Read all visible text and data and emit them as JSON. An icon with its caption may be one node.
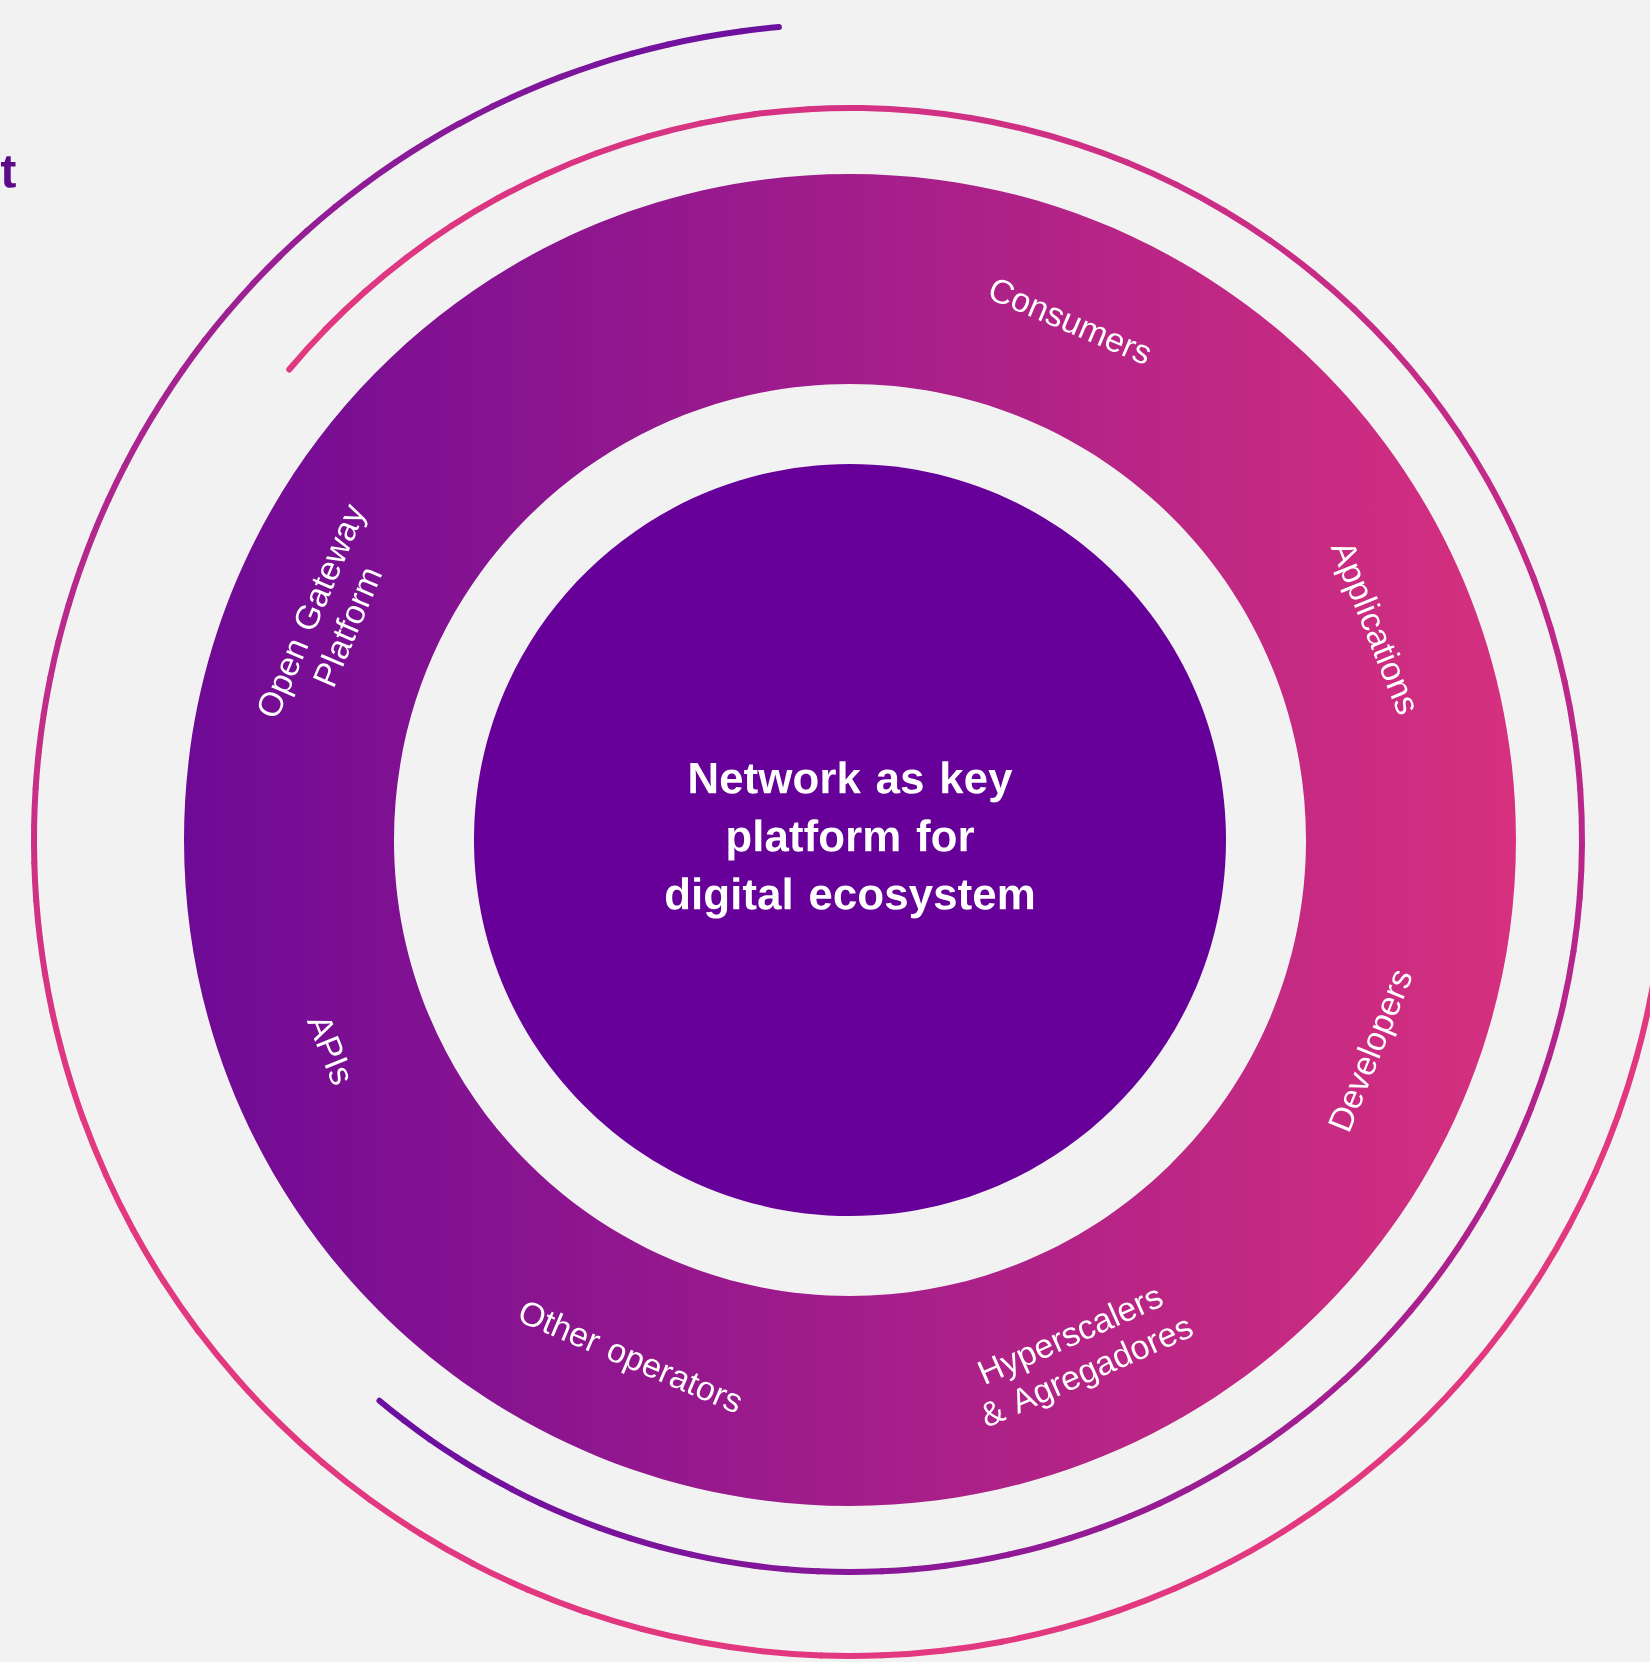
{
  "diagram": {
    "nodes": [
      {
        "text": [
          "Network as key platform for digital ecosystem"
        ]
      },
      {
        "text": [
          "Open Gateway Platform",
          "Consumers",
          "Applications",
          "Developers",
          "Hyperscalers & Agregadores",
          "Other operators",
          "APIs"
        ]
      }
    ],
    "labels": [
      "t"
    ]
  }
}
